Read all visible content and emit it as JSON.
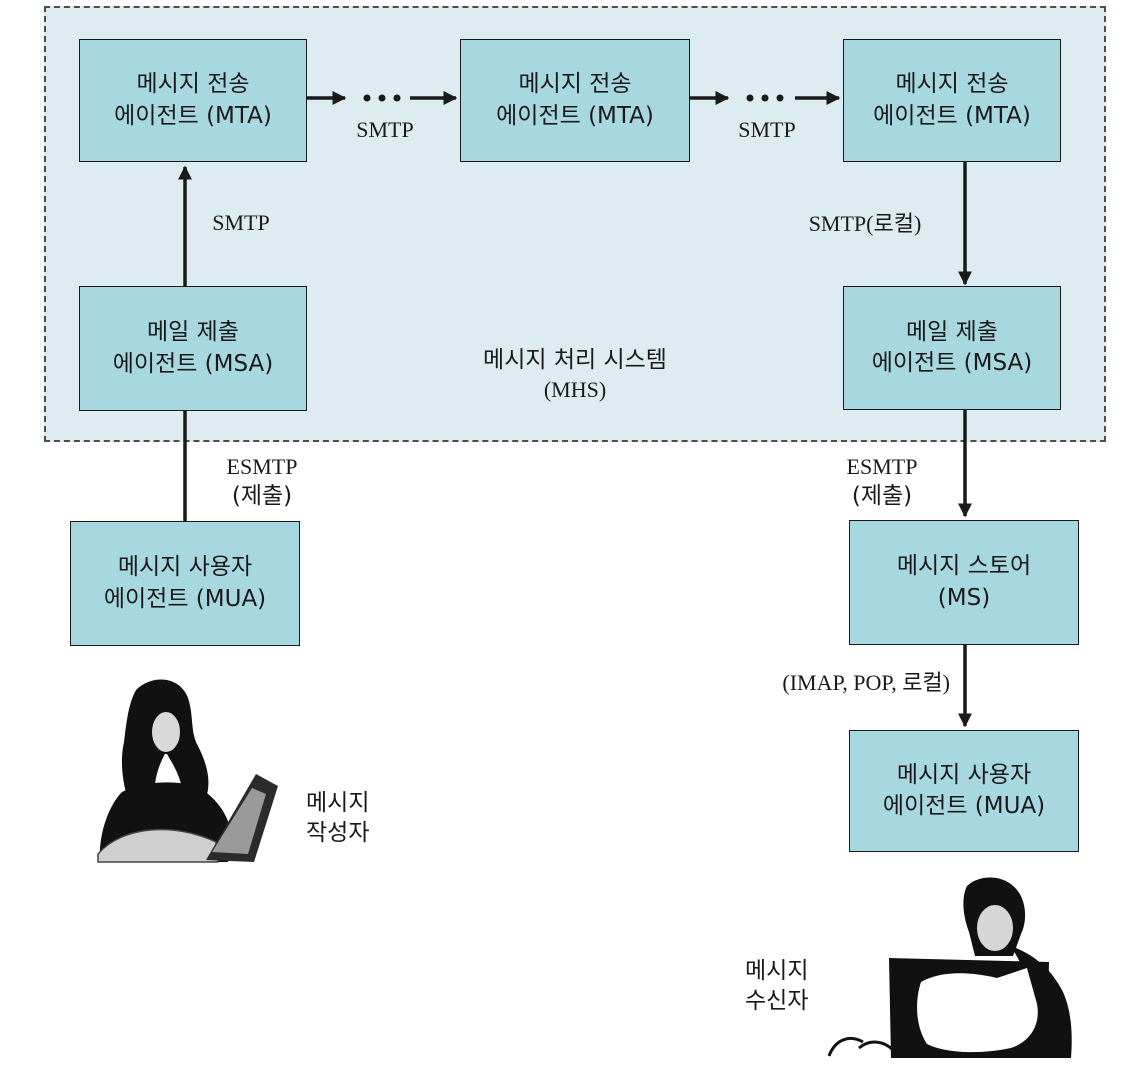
{
  "mhs": {
    "line1": "메시지 처리 시스템",
    "line2": "(MHS)"
  },
  "nodes": {
    "mta_1": {
      "line1": "메시지 전송",
      "line2": "에이전트 (MTA)"
    },
    "mta_2": {
      "line1": "메시지 전송",
      "line2": "에이전트 (MTA)"
    },
    "mta_3": {
      "line1": "메시지 전송",
      "line2": "에이전트 (MTA)"
    },
    "msa_left": {
      "line1": "메일 제출",
      "line2": "에이전트 (MSA)"
    },
    "msa_right": {
      "line1": "메일 제출",
      "line2": "에이전트 (MSA)"
    },
    "mua_left": {
      "line1": "메시지 사용자",
      "line2": "에이전트 (MUA)"
    },
    "ms": {
      "line1": "메시지 스토어",
      "line2": "(MS)"
    },
    "mua_right": {
      "line1": "메시지 사용자",
      "line2": "에이전트 (MUA)"
    }
  },
  "edge_labels": {
    "mta1_mta2": "SMTP",
    "mta2_mta3": "SMTP",
    "msa_mta1": "SMTP",
    "mta3_msa": "SMTP(로컬)",
    "mua_msa_line1": "ESMTP",
    "mua_msa_line2": "(제출)",
    "msa_ms_line1": "ESMTP",
    "msa_ms_line2": "(제출)",
    "ms_mua": "(IMAP,  POP, 로컬)"
  },
  "people": {
    "sender": {
      "line1": "메시지",
      "line2": "작성자"
    },
    "receiver": {
      "line1": "메시지",
      "line2": "수신자"
    }
  },
  "colors": {
    "node_fill": "#a8d8df",
    "region_fill": "#dcecf1",
    "line": "#1a1a1a"
  }
}
